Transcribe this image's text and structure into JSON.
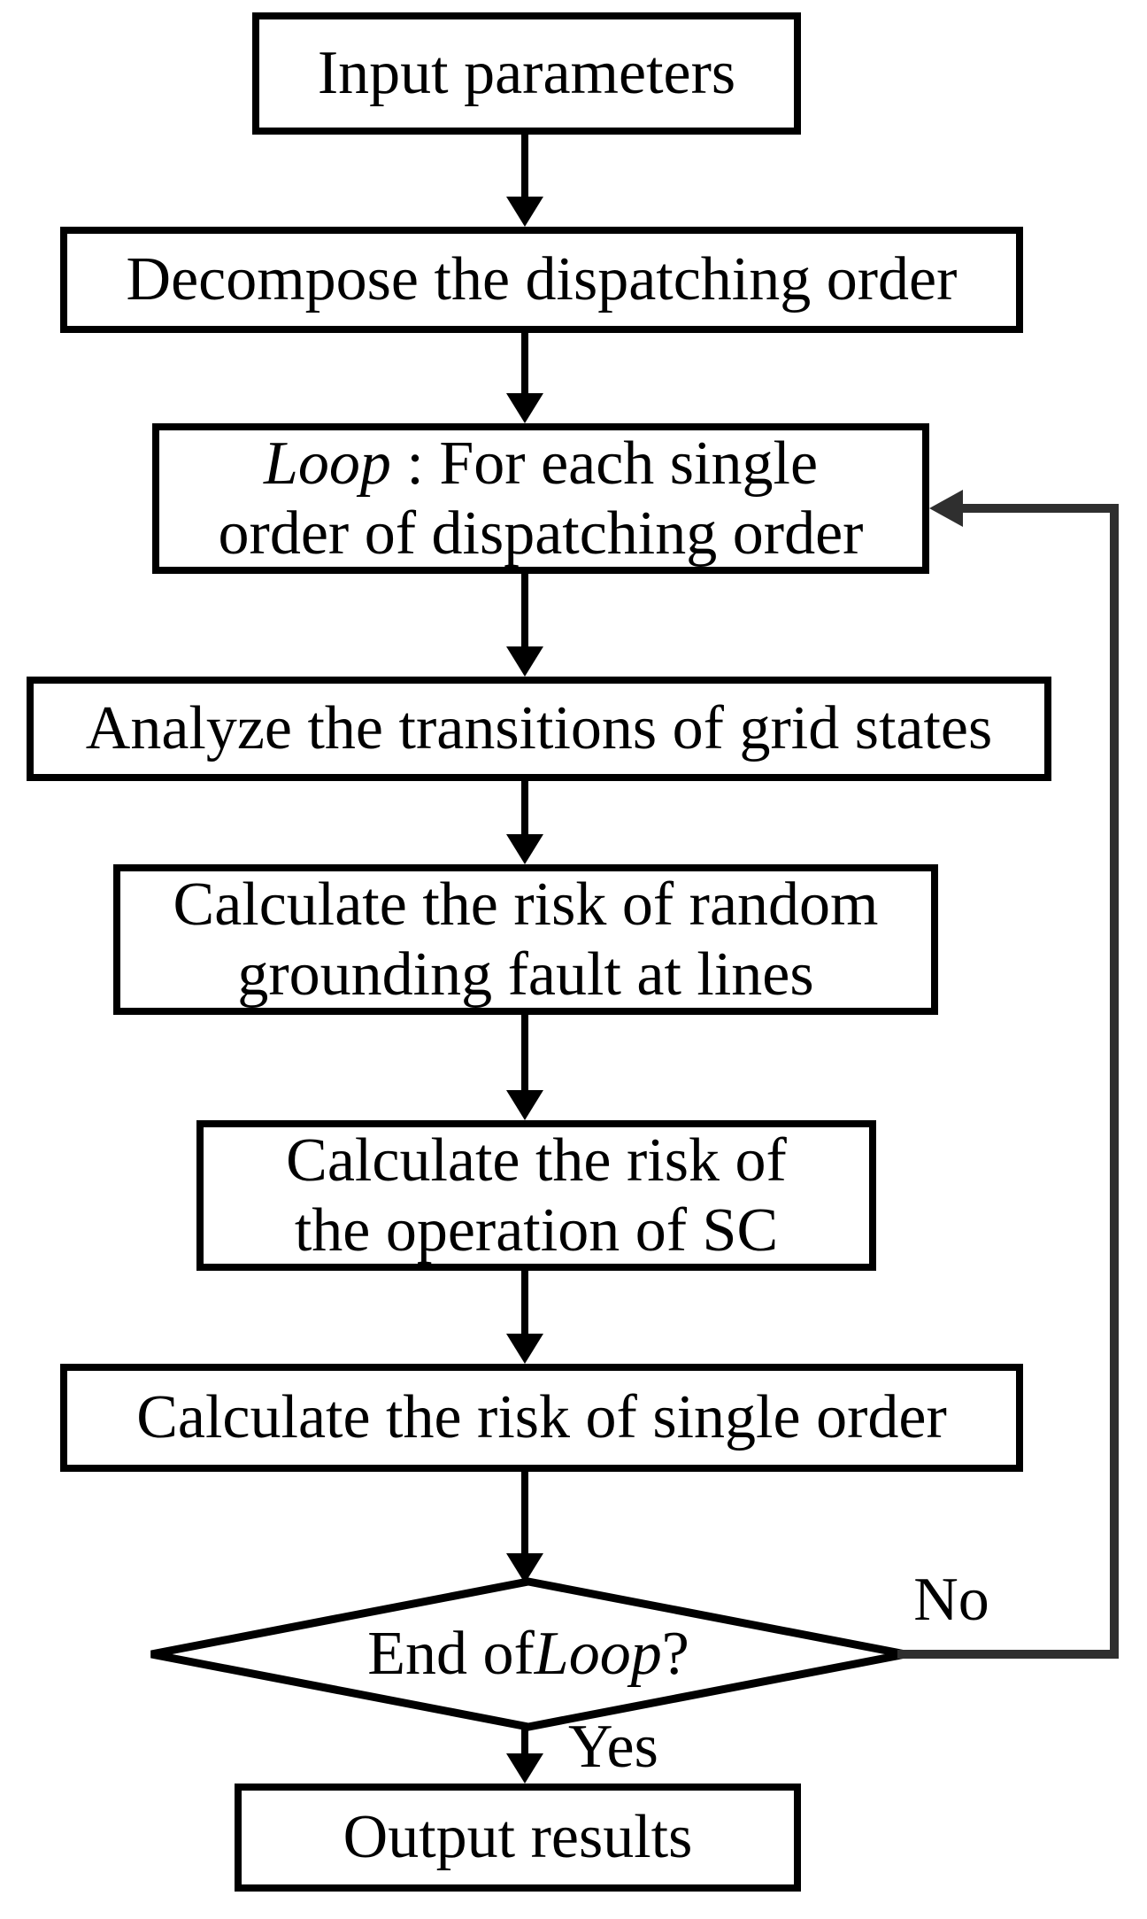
{
  "colors": {
    "background": "#ffffff",
    "node_border": "#000000",
    "text": "#000000",
    "main_arrow": "#000000",
    "feedback_line": "#2f2f2f"
  },
  "nodes": {
    "input": {
      "label": "Input parameters"
    },
    "decompose": {
      "label": "Decompose the dispatching order"
    },
    "loop": {
      "italic_word": "Loop",
      "line1_rest": ": For each single",
      "line2": "order of dispatching order"
    },
    "analyze": {
      "label": "Analyze the transitions of grid states"
    },
    "risk_random": {
      "line1": "Calculate the risk of random",
      "line2": "grounding fault at lines"
    },
    "risk_sc": {
      "line1": "Calculate the risk of",
      "line2": "the operation of SC"
    },
    "risk_single": {
      "label": "Calculate the risk of single order"
    },
    "decision": {
      "text_before": "End of ",
      "italic_word": "Loop",
      "text_after": "?"
    },
    "output": {
      "label": "Output results"
    }
  },
  "edge_labels": {
    "no": "No",
    "yes": "Yes"
  }
}
